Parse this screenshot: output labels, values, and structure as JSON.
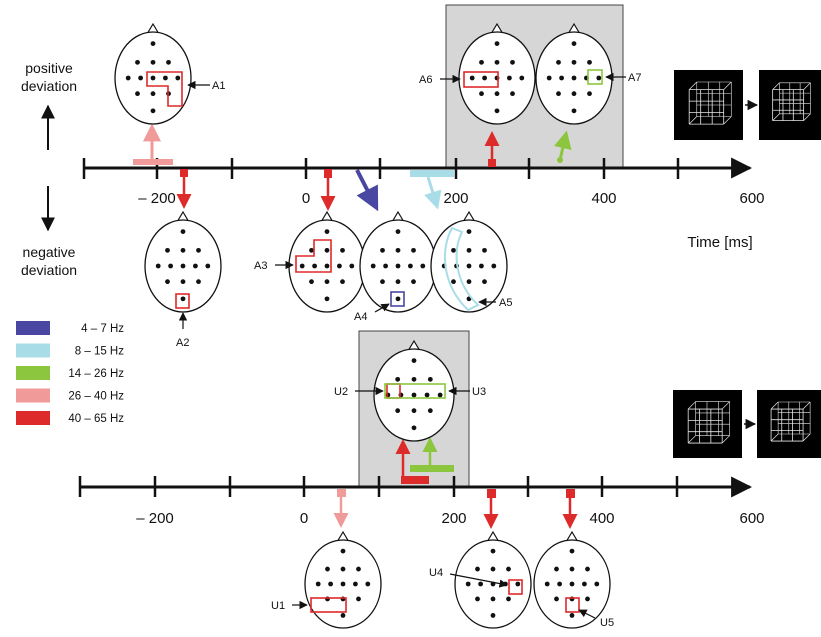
{
  "side_labels": {
    "positive": [
      "positive",
      "deviation"
    ],
    "negative": [
      "negative",
      "deviation"
    ]
  },
  "axis_title": "Time [ms]",
  "top_axis_ticks": [
    "– 200",
    "0",
    "200",
    "400",
    "600"
  ],
  "bottom_axis_ticks": [
    "– 200",
    "0",
    "200",
    "400",
    "600"
  ],
  "legend": [
    {
      "label": "4 – 7 Hz",
      "color": "#4a47a3"
    },
    {
      "label": "8 – 15 Hz",
      "color": "#a8dde8"
    },
    {
      "label": "14 – 26 Hz",
      "color": "#8cc63f"
    },
    {
      "label": "26 – 40 Hz",
      "color": "#f09a9a"
    },
    {
      "label": "40 – 65 Hz",
      "color": "#dd2a2a"
    }
  ],
  "labels": {
    "A1": "A1",
    "A2": "A2",
    "A3": "A3",
    "A4": "A4",
    "A5": "A5",
    "A6": "A6",
    "A7": "A7",
    "U1": "U1",
    "U2": "U2",
    "U3": "U3",
    "U4": "U4",
    "U5": "U5"
  }
}
